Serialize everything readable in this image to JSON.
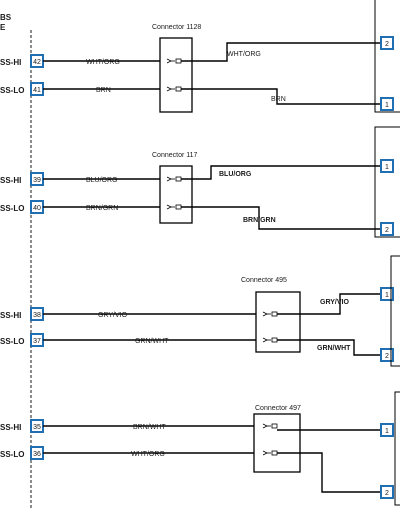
{
  "module": {
    "header_line1": "BS",
    "header_line2": "E"
  },
  "connectors": [
    {
      "title": "Connector 1128",
      "hi_label": "SS-HI",
      "lo_label": "SS-LO",
      "hi_pin": "42",
      "lo_pin": "41",
      "left_hi_wire": "WHT/ORG",
      "left_lo_wire": "BRN",
      "right_hi_wire": "WHT/ORG",
      "right_lo_wire": "BRN",
      "far_hi_pin": "2",
      "far_lo_pin": "1"
    },
    {
      "title": "Connector 117",
      "hi_label": "SS-HI",
      "lo_label": "SS-LO",
      "hi_pin": "39",
      "lo_pin": "40",
      "left_hi_wire": "BLU/ORG",
      "left_lo_wire": "BRN/GRN",
      "right_hi_wire": "BLU/ORG",
      "right_lo_wire": "BRN/GRN",
      "far_hi_pin": "1",
      "far_lo_pin": "2"
    },
    {
      "title": "Connector 495",
      "hi_label": "SS-HI",
      "lo_label": "SS-LO",
      "hi_pin": "38",
      "lo_pin": "37",
      "left_hi_wire": "GRY/VIO",
      "left_lo_wire": "GRN/WHT",
      "right_hi_wire": "GRY/VIO",
      "right_lo_wire": "GRN/WHT",
      "far_hi_pin": "1",
      "far_lo_pin": "2"
    },
    {
      "title": "Connector 497",
      "hi_label": "SS-HI",
      "lo_label": "SS-LO",
      "hi_pin": "35",
      "lo_pin": "36",
      "left_hi_wire": "BRN/WHT",
      "left_lo_wire": "WHT/ORG",
      "right_hi_wire": "",
      "right_lo_wire": "",
      "far_hi_pin": "1",
      "far_lo_pin": "2"
    }
  ]
}
